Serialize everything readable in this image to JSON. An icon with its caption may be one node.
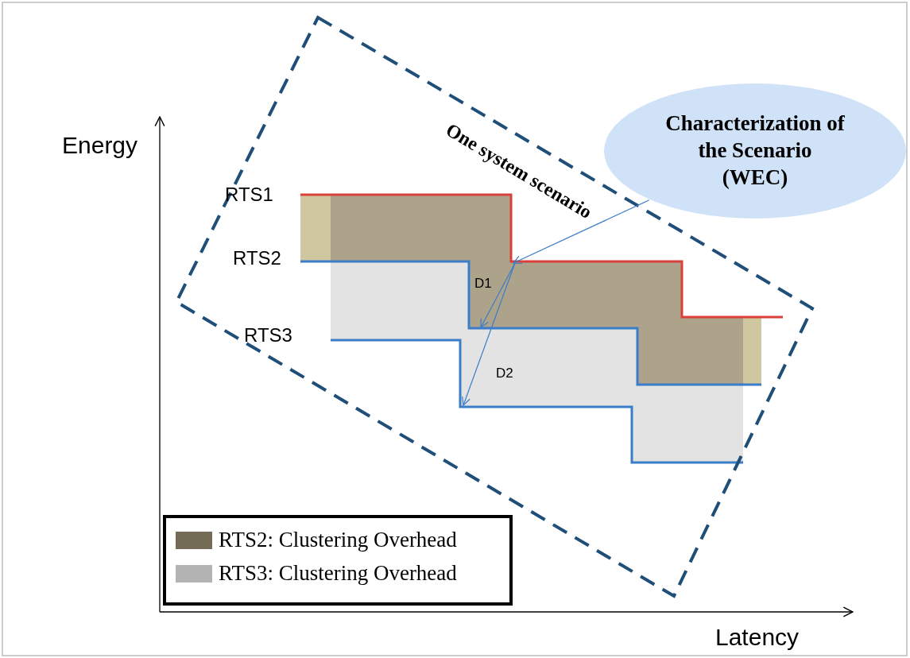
{
  "diagram": {
    "nodes": [
      {
        "text": [
          "Characterization of the Scenario (WEC)"
        ]
      },
      {
        "text": [],
        "shape": "line"
      }
    ],
    "edges": [
      {
        "from": 0,
        "to": 1,
        "arrow": "to"
      }
    ],
    "labels": [
      "Energy",
      "RTS1",
      "RTS2",
      "One system scenario",
      "D1",
      "RTS3",
      "D2",
      "Latency"
    ],
    "legend": [
      {
        "text": "RTS2: Clustering Overhead",
        "color": "#736b55"
      },
      {
        "text": "RTS3: Clustering Overhead",
        "color": "#b3b3b3"
      }
    ]
  }
}
